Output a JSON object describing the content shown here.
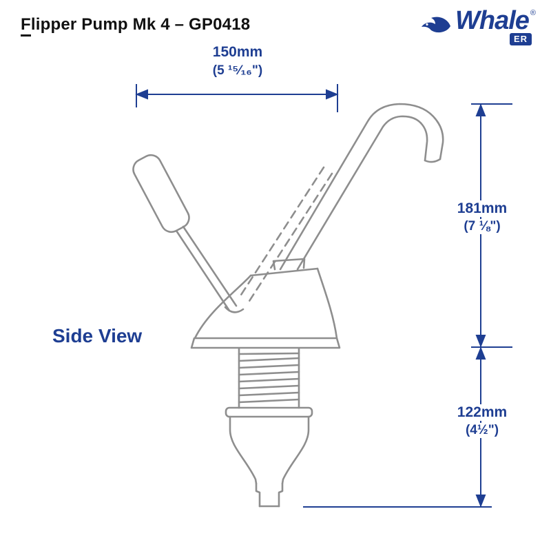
{
  "title": {
    "first_letter": "F",
    "rest": "lipper Pump Mk 4 – GP0418"
  },
  "logo": {
    "brand": "Whale",
    "registered_mark": "®",
    "badge": "ER"
  },
  "labels": {
    "side_view": "Side View"
  },
  "dimensions": {
    "width": {
      "mm": "150mm",
      "inches": "(5 ¹⁵⁄₁₆\")"
    },
    "height_upper": {
      "mm": "181mm",
      "inches": "(7 ⅛\")"
    },
    "height_lower": {
      "mm": "122mm",
      "inches": "(4½\")"
    }
  },
  "colors": {
    "accent_blue": "#1E3E92",
    "drawing_gray": "#8E8E8E",
    "text_black": "#111111"
  }
}
